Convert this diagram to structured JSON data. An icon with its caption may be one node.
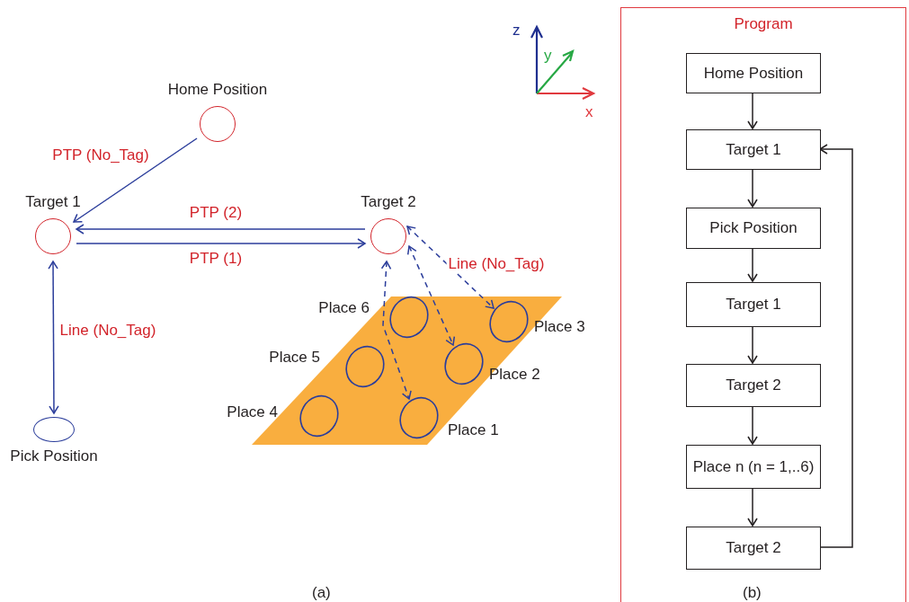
{
  "diagram": {
    "nodes": [
      {
        "text": [
          "Home Position"
        ]
      },
      {
        "text": [
          "Target 1"
        ]
      },
      {
        "text": [
          "Target 2"
        ]
      },
      {
        "text": [
          "Pick Position"
        ]
      },
      {
        "text": [],
        "shape": "parallelogram"
      },
      {
        "text": [
          "Place 6"
        ],
        "in": 4
      },
      {
        "text": [
          "Place 3"
        ],
        "in": 4
      },
      {
        "text": [
          "Place 5"
        ],
        "in": 4
      },
      {
        "text": [
          "Place 2"
        ],
        "in": 4
      },
      {
        "text": [
          "Place 4"
        ],
        "in": 4
      },
      {
        "text": [
          "Place 1"
        ],
        "in": 4
      },
      {
        "text": [
          "Program"
        ]
      },
      {
        "text": [
          "Home Position"
        ],
        "in": 11
      },
      {
        "text": [
          "Target 1"
        ],
        "in": 11
      },
      {
        "text": [
          "Pick Position"
        ],
        "in": 11
      },
      {
        "text": [
          "Target 1"
        ],
        "in": 11
      },
      {
        "text": [
          "Target 2"
        ],
        "in": 11
      },
      {
        "text": [
          "Place n (n = 1,..6)"
        ],
        "in": 11
      },
      {
        "text": [
          "Target 2"
        ],
        "in": 11
      }
    ],
    "edges": [
      {
        "from": 0,
        "to": 1,
        "arrow": "to",
        "label": "PTP (No_Tag)",
        "color": "#2b3d9b"
      },
      {
        "from": 2,
        "to": 1,
        "arrow": "to",
        "label": "PTP (2)",
        "color": "#2b3d9b"
      },
      {
        "from": 1,
        "to": 2,
        "arrow": "to",
        "label": "PTP (1)",
        "color": "#2b3d9b"
      },
      {
        "from": 1,
        "to": 3,
        "arrow": "both",
        "label": "Line (No_Tag)",
        "color": "#2b3d9b"
      },
      {
        "from": 2,
        "to": 10,
        "arrow": "both",
        "style": "dashed",
        "color": "#2b3d9b"
      },
      {
        "from": 2,
        "to": 8,
        "arrow": "both",
        "style": "dashed",
        "color": "#2b3d9b"
      },
      {
        "from": 2,
        "to": 6,
        "arrow": "both",
        "style": "dashed",
        "label": "Line (No_Tag)",
        "color": "#2b3d9b"
      },
      {
        "from": 12,
        "to": 13,
        "arrow": "to",
        "color": "#231f20"
      },
      {
        "from": 13,
        "to": 14,
        "arrow": "to",
        "color": "#231f20"
      },
      {
        "from": 14,
        "to": 15,
        "arrow": "to",
        "color": "#231f20"
      },
      {
        "from": 15,
        "to": 16,
        "arrow": "to",
        "color": "#231f20"
      },
      {
        "from": 16,
        "to": 17,
        "arrow": "to",
        "color": "#231f20"
      },
      {
        "from": 17,
        "to": 18,
        "arrow": "to",
        "color": "#231f20"
      },
      {
        "from": 18,
        "to": 13,
        "arrow": "to",
        "color": "#231f20"
      }
    ],
    "labels": [
      "z",
      "y",
      "x",
      "(a)",
      "(b)"
    ]
  }
}
